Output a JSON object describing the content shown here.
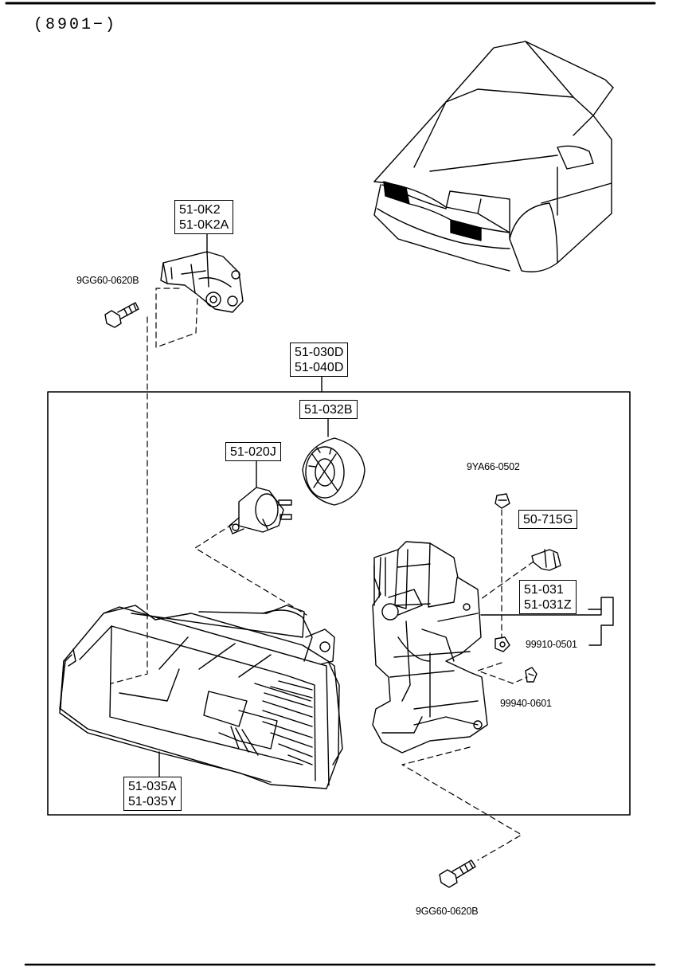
{
  "range_label": "(8901−)",
  "parts": {
    "p51_0k2": [
      "51-0K2",
      "51-0K2A"
    ],
    "bolt_top": "9GG60-0620B",
    "p51_030d": [
      "51-030D",
      "51-040D"
    ],
    "p51_032b": "51-032B",
    "p51_020j": "51-020J",
    "p9ya66": "9YA66-0502",
    "p50_715g": "50-715G",
    "p51_031": [
      "51-031",
      "51-031Z"
    ],
    "p99910": "99910-0501",
    "p99940": "99940-0601",
    "p51_035a": [
      "51-035A",
      "51-035Y"
    ],
    "bolt_bottom": "9GG60-0620B"
  },
  "icons": [
    "car-front-icon",
    "headlight-assembly-icon",
    "bulb-icon",
    "bulb-socket-cap-icon",
    "mounting-bracket-icon",
    "leveling-adjuster-icon",
    "bolt-icon",
    "nut-icon",
    "clip-icon"
  ]
}
